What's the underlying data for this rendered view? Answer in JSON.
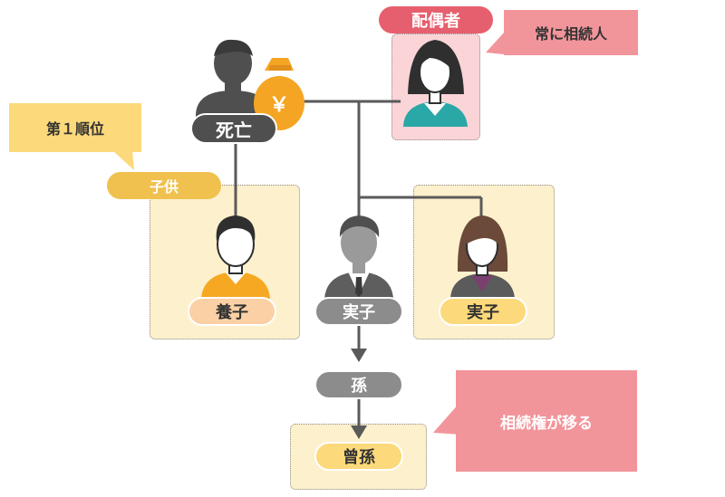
{
  "labels": {
    "deceased": "死亡",
    "spouse": "配偶者",
    "spouse_note": "常に相続人",
    "rank_note": "第１順位",
    "children": "子供",
    "adopted_child": "養子",
    "biological_child_1": "実子",
    "biological_child_2": "実子",
    "grandchild": "孫",
    "great_grandchild": "曾孫",
    "inheritance_note": "相続権が移る",
    "yen_symbol": "￥"
  },
  "colors": {
    "dark_gray": "#4f4f4f",
    "mid_gray": "#8c8c8c",
    "pink_tag": "#e65f6e",
    "pink_callout": "#f2959b",
    "pink_box": "#fad4d7",
    "yellow_callout": "#fcd97a",
    "yellow_tag": "#f0c14e",
    "cream_box": "#fdf0cc",
    "orange_shirt": "#f6a823",
    "bag_orange": "#f5a524",
    "teal_shirt": "#2aa7a7",
    "brown_hair": "#6b4a3a",
    "purple_shirt": "#7a3f6f"
  }
}
